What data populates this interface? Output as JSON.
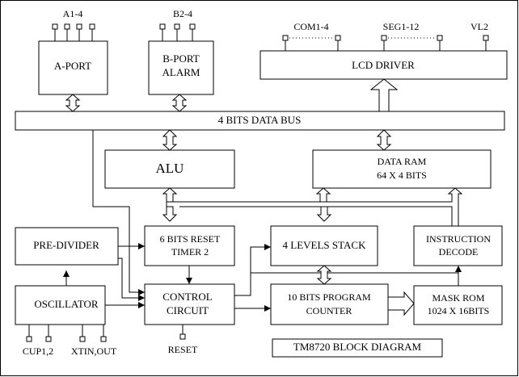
{
  "title": "TM8720 BLOCK DIAGRAM",
  "blocks": {
    "a_port": "A-PORT",
    "b_port_line1": "B-PORT",
    "b_port_line2": "ALARM",
    "lcd_driver": "LCD DRIVER",
    "data_bus": "4 BITS DATA BUS",
    "alu": "ALU",
    "data_ram_line1": "DATA RAM",
    "data_ram_line2": "64 X 4 BITS",
    "pre_divider": "PRE-DIVIDER",
    "reset_timer_line1": "6 BITS RESET",
    "reset_timer_line2": "TIMER 2",
    "stack": "4 LEVELS STACK",
    "instruction_line1": "INSTRUCTION",
    "instruction_line2": "DECODE",
    "oscillator": "OSCILLATOR",
    "control_line1": "CONTROL",
    "control_line2": "CIRCUIT",
    "pc_line1": "10 BITS PROGRAM",
    "pc_line2": "COUNTER",
    "rom_line1": "MASK ROM",
    "rom_line2": "1024 X 16BITS"
  },
  "pins": {
    "a_port": "A1-4",
    "b_port": "B2-4",
    "com": "COM1-4",
    "seg": "SEG1-12",
    "vl": "VL2",
    "cup": "CUP1,2",
    "xtin": "XTIN,OUT",
    "reset": "RESET"
  }
}
